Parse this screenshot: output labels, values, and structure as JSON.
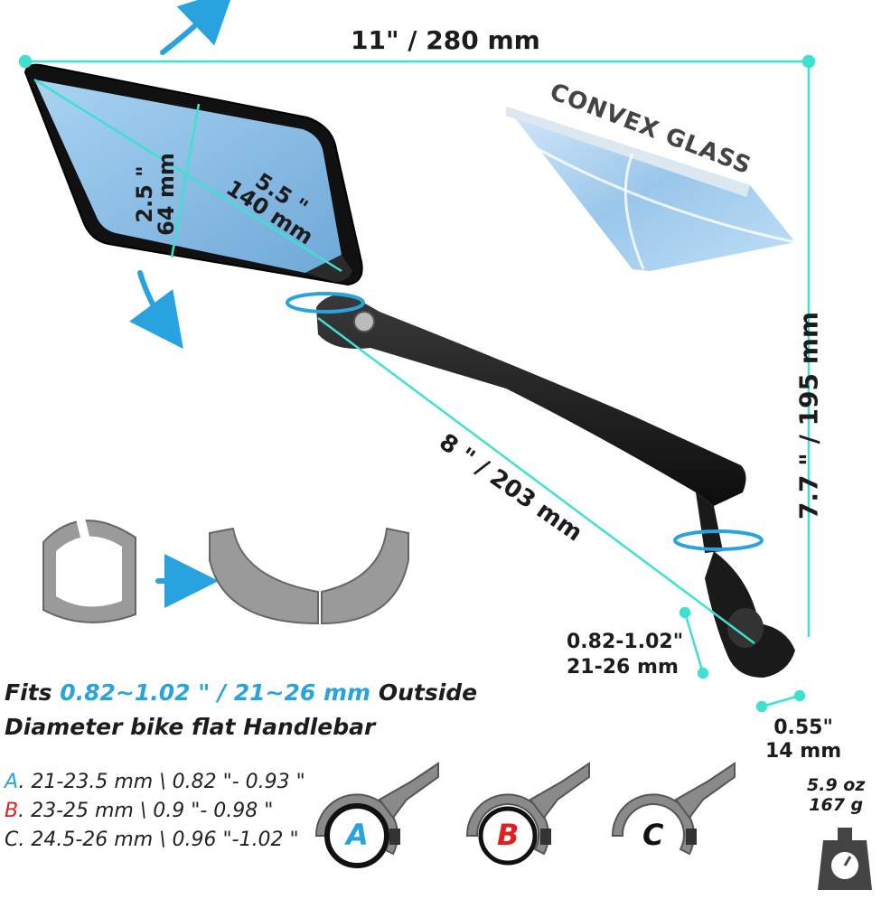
{
  "dimensions": {
    "overall_width": "11\" / 280 mm",
    "overall_height": "7.7 \" / 195 mm",
    "arm_length": "8 \" / 203 mm",
    "mirror_diagonal_in": "5.5 \"",
    "mirror_diagonal_mm": "140 mm",
    "mirror_height_in": "2.5 \"",
    "mirror_height_mm": "64 mm",
    "clamp_range_in": "0.82-1.02\"",
    "clamp_range_mm": "21-26 mm",
    "clamp_width_in": "0.55\"",
    "clamp_width_mm": "14 mm"
  },
  "glass_label": "CONVEX GLASS",
  "fits": {
    "prefix": "Fits ",
    "range": "0.82~1.02 \" / 21~26 mm",
    "suffix": " Outside",
    "line2": "Diameter bike flat Handlebar"
  },
  "sizes": [
    {
      "tag": "A",
      "text": ". 21-23.5 mm  \\ 0.82 \"- 0.93 \""
    },
    {
      "tag": "B",
      "text": ". 23-25 mm  \\  0.9 \"- 0.98 \""
    },
    {
      "tag": "C",
      "text": ". 24.5-26 mm  \\  0.96 \"-1.02 \""
    }
  ],
  "rings": [
    {
      "letter": "A",
      "color": "#29a3e0"
    },
    {
      "letter": "B",
      "color": "#e02020"
    },
    {
      "letter": "C",
      "color": "#111111"
    }
  ],
  "weight": {
    "oz": "5.9 oz",
    "g": "167 g"
  },
  "colors": {
    "dimension_line": "#3fe0d0",
    "arrow_blue": "#29a3e0",
    "mirror_glass": "#8fc0e8",
    "frame": "#1a1a1a",
    "shim_gray": "#8a8a8a"
  },
  "icons": [
    "rotate-arrow-icon",
    "scale-icon",
    "arrow-right-icon"
  ]
}
